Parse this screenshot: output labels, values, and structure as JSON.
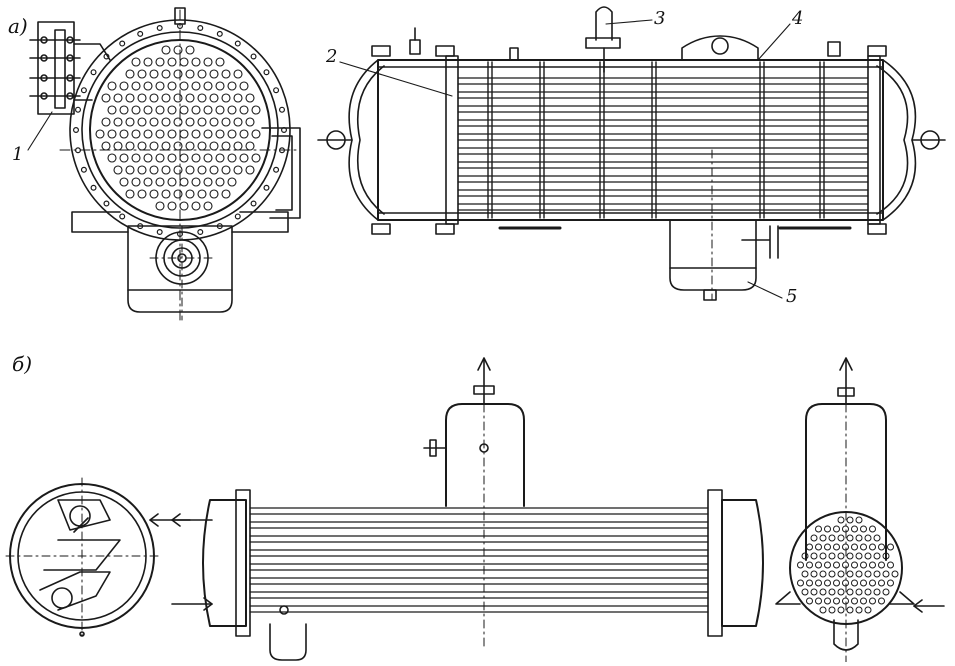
{
  "labels": {
    "fig_a": "а)",
    "fig_b": "б)",
    "n1": "1",
    "n2": "2",
    "n3": "3",
    "n4": "4",
    "n5": "5"
  }
}
